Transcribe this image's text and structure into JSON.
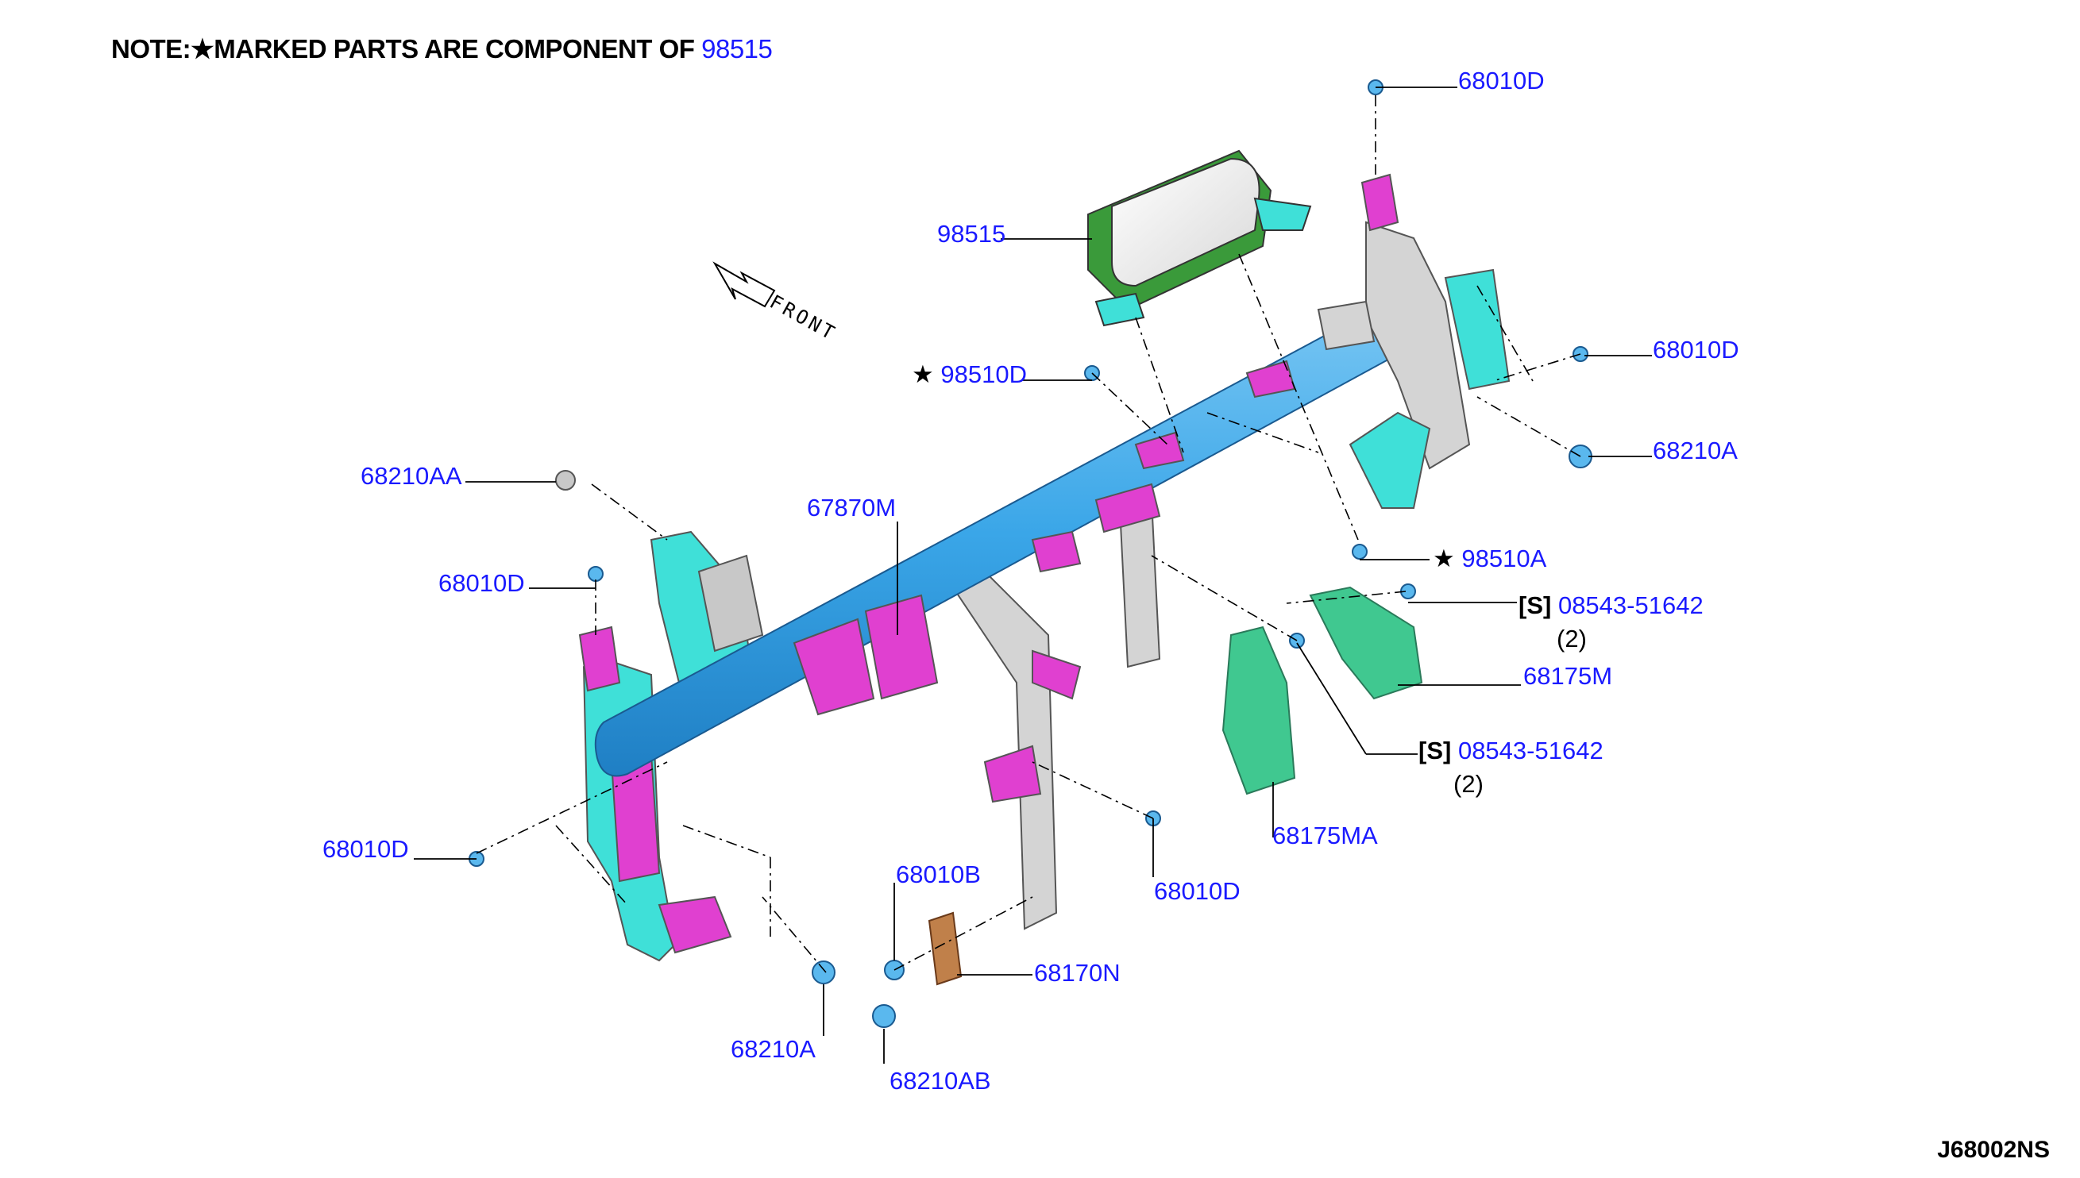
{
  "note": {
    "prefix": "NOTE:",
    "star": "★",
    "text": "MARKED PARTS ARE COMPONENT OF",
    "ref": "98515"
  },
  "diagram_code": "J68002NS",
  "front_label": "FRONT",
  "parts": {
    "p_68010D_top": "68010D",
    "p_98515": "98515",
    "p_98510D": "98510D",
    "p_68010D_right": "68010D",
    "p_68210A_right": "68210A",
    "p_68210AA": "68210AA",
    "p_67870M": "67870M",
    "p_68010D_left": "68010D",
    "p_98510A": "98510A",
    "p_08543_a": "08543-51642",
    "p_68175M": "68175M",
    "p_08543_b": "08543-51642",
    "p_68175MA": "68175MA",
    "p_68010D_bl": "68010D",
    "p_68010B": "68010B",
    "p_68010D_bm": "68010D",
    "p_68170N": "68170N",
    "p_68210A_bl": "68210A",
    "p_68210AB": "68210AB"
  },
  "qty": {
    "q1": "(2)",
    "q2": "(2)"
  },
  "s_mark": "[S]",
  "star": "★",
  "colors": {
    "label": "#1a1aff",
    "beam": "#3aa6e8",
    "bracket_magenta": "#e040d0",
    "bracket_cyan": "#3fe0d8",
    "bracket_green": "#40c890",
    "airbag_green": "#3a9a3a",
    "grey": "#c8c8c8",
    "brown": "#c0804a"
  }
}
